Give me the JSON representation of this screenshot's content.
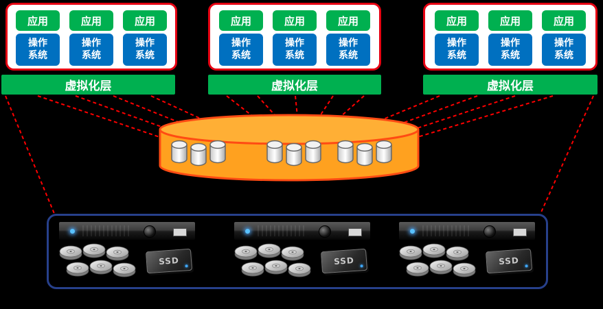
{
  "groups": [
    {
      "layer_label": "虚拟化层",
      "vms": [
        {
          "app": "应用",
          "os": "操作系统"
        },
        {
          "app": "应用",
          "os": "操作系统"
        },
        {
          "app": "应用",
          "os": "操作系统"
        }
      ]
    },
    {
      "layer_label": "虚拟化层",
      "vms": [
        {
          "app": "应用",
          "os": "操作系统"
        },
        {
          "app": "应用",
          "os": "操作系统"
        },
        {
          "app": "应用",
          "os": "操作系统"
        }
      ]
    },
    {
      "layer_label": "虚拟化层",
      "vms": [
        {
          "app": "应用",
          "os": "操作系统"
        },
        {
          "app": "应用",
          "os": "操作系统"
        },
        {
          "app": "应用",
          "os": "操作系统"
        }
      ]
    }
  ],
  "storage_pool": {
    "disk_icon_count": 9
  },
  "servers": [
    {
      "ssd_label": "SSD"
    },
    {
      "ssd_label": "SSD"
    },
    {
      "ssd_label": "SSD"
    }
  ],
  "colors": {
    "app_box_green": "#00B050",
    "os_box_blue": "#0070C0",
    "virtualization_layer_green": "#00B050",
    "group_border_red": "#E60012",
    "storage_fill_orange": "#FFA11F",
    "storage_stroke_orange_red": "#FF4B13",
    "connector_red": "#FF0000",
    "server_border_blue": "#27408B",
    "background": "#000000"
  }
}
